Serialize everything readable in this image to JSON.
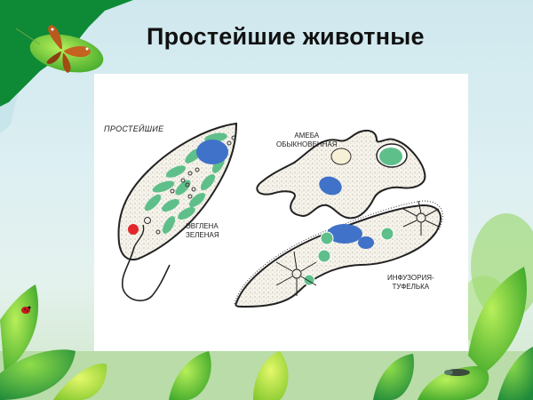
{
  "slide": {
    "title": "Простейшие животные",
    "background_colors": {
      "sky": "#d6ecf0",
      "corner_green": "#0f8f3a",
      "leaf_green": "#5cc236"
    },
    "decorations": [
      "butterfly-on-leaf",
      "ladybug-on-leaf",
      "beetle-on-leaf",
      "green-leaves-border"
    ]
  },
  "figure": {
    "heading_label": "ПРОСТЕЙШИЕ",
    "organisms": [
      {
        "name": "euglena",
        "label_lines": [
          "ЭВГЛЕНА",
          "ЗЕЛЕНАЯ"
        ]
      },
      {
        "name": "amoeba",
        "label_lines": [
          "АМЕБА",
          "ОБЫКНОВЕННАЯ"
        ]
      },
      {
        "name": "paramecium",
        "label_lines": [
          "ИНФУЗОРИЯ-",
          "ТУФЕЛЬКА"
        ]
      }
    ],
    "colors": {
      "chloroplast": "#5fbf8a",
      "nucleus": "#3f72c8",
      "eyespot": "#e3262b",
      "cytoplasm": "#f6f3ea",
      "outline": "#222222"
    }
  }
}
